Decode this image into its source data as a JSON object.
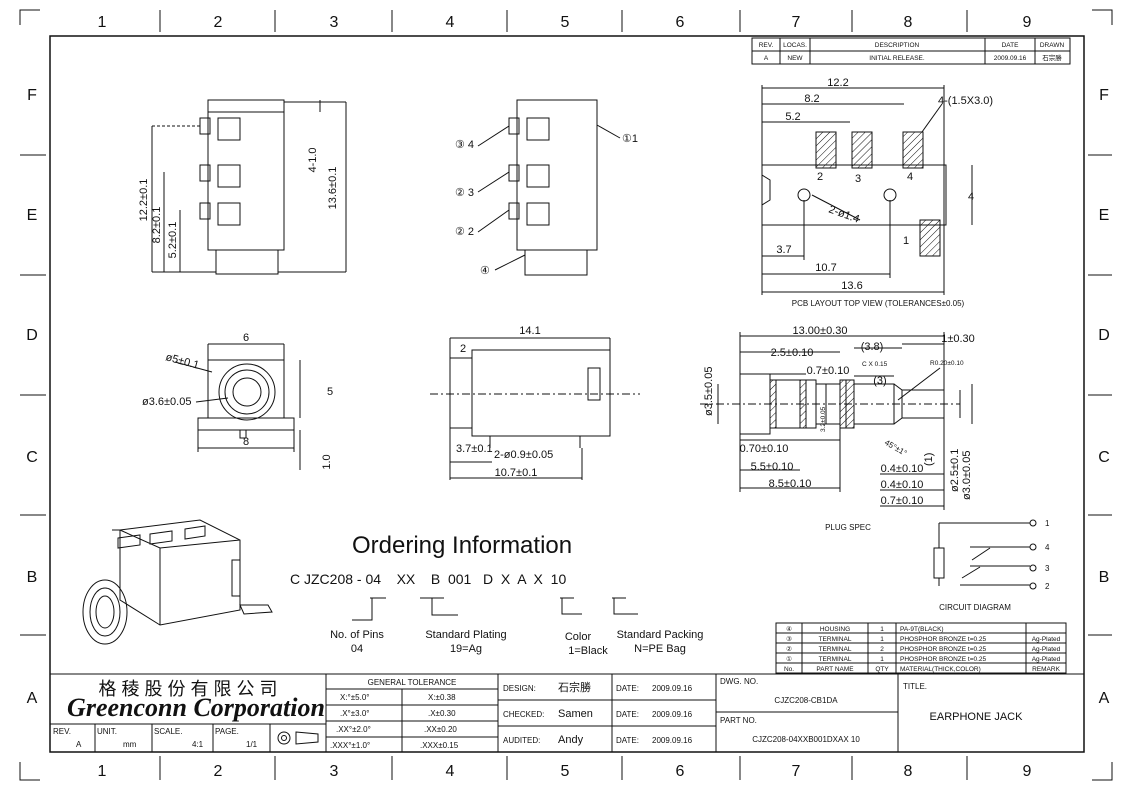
{
  "grid": {
    "columns": [
      "1",
      "2",
      "3",
      "4",
      "5",
      "6",
      "7",
      "8",
      "9"
    ],
    "rows": [
      "F",
      "E",
      "D",
      "C",
      "B",
      "A"
    ]
  },
  "revision_block": {
    "headers": [
      "REV.",
      "LOCAS.",
      "DESCRIPTION",
      "DATE",
      "DRAWN"
    ],
    "row": [
      "A",
      "NEW",
      "INITIAL RELEASE.",
      "2009.09.16",
      "石宗勝"
    ]
  },
  "side_view": {
    "dims": [
      "12.2±0.1",
      "8.2±0.1",
      "5.2±0.1",
      "13.6±0.1",
      "4-1.0"
    ]
  },
  "pin_view": {
    "callouts": [
      "③ 4",
      "② 3",
      "② 2",
      "④",
      "①1"
    ]
  },
  "pcb_layout": {
    "dims": [
      "12.2",
      "8.2",
      "5.2",
      "4-(1.5X3.0)",
      "2-ø1.4",
      "4",
      "3.7",
      "10.7",
      "13.6"
    ],
    "pins": [
      "2",
      "3",
      "4",
      "1"
    ],
    "caption": "PCB LAYOUT TOP VIEW (TOLERANCES±0.05)"
  },
  "front_view": {
    "dims": [
      "6",
      "ø5±0.1",
      "ø3.6±0.05",
      "5",
      "8",
      "1.0"
    ]
  },
  "bottom_view": {
    "dims": [
      "14.1",
      "2",
      "3.7±0.1",
      "2-ø0.9±0.05",
      "10.7±0.1"
    ]
  },
  "plug_spec": {
    "dims": [
      "13.00±0.30",
      "(3.8)",
      "1±0.30",
      "2.5±0.10",
      "C X 0.15",
      "R0.20±0.10",
      "0.7±0.10",
      "(3)",
      "ø3.5±0.05",
      "3.2±0.05",
      "45°±1°",
      "0.70±0.10",
      "(1)",
      "5.5±0.10",
      "0.4±0.10",
      "ø2.5±0.1",
      "ø3.0±0.05",
      "8.5±0.10",
      "0.4±0.10",
      "0.7±0.10"
    ],
    "caption": "PLUG SPEC"
  },
  "ordering": {
    "title": "Ordering Information",
    "part_code": "C JZC208 - 04    XX    B  001   D  X  A  X  10",
    "labels": [
      {
        "name": "No. of Pins",
        "value": "04"
      },
      {
        "name": "Standard  Plating",
        "value": "19=Ag"
      },
      {
        "name": "Color",
        "value": "1=Black"
      },
      {
        "name": "Standard  Packing",
        "value": "N=PE  Bag"
      }
    ]
  },
  "circuit": {
    "pins": [
      "1",
      "4",
      "3",
      "2"
    ],
    "caption": "CIRCUIT DIAGRAM"
  },
  "bom": {
    "headers": [
      "No.",
      "PART  NAME",
      "QTY",
      "MATERIAL(THICK,COLOR)",
      "REMARK"
    ],
    "rows": [
      [
        "④",
        "HOUSING",
        "1",
        "PA-9T(BLACK)",
        ""
      ],
      [
        "③",
        "TERMINAL",
        "1",
        "PHOSPHOR BRONZE  t=0.25",
        "Ag-Plated"
      ],
      [
        "②",
        "TERMINAL",
        "2",
        "PHOSPHOR BRONZE  t=0.25",
        "Ag-Plated"
      ],
      [
        "①",
        "TERMINAL",
        "1",
        "PHOSPHOR BRONZE  t=0.25",
        "Ag-Plated"
      ]
    ]
  },
  "title_block": {
    "company_cn": "格 稜 股 份 有 限 公 司",
    "company_en": "Greenconn Corporation",
    "rev_label": "REV.",
    "rev_value": "A",
    "unit_label": "UNIT.",
    "unit_value": "mm",
    "scale_label": "SCALE.",
    "scale_value": "4:1",
    "page_label": "PAGE.",
    "page_value": "1/1",
    "tolerance_title": "GENERAL  TOLERANCE",
    "tolerances": [
      [
        "X:°±5.0°",
        "X:±0.38"
      ],
      [
        ".X°±3.0°",
        ".X±0.30"
      ],
      [
        ".XX°±2.0°",
        ".XX±0.20"
      ],
      [
        ".XXX°±1.0°",
        ".XXX±0.15"
      ]
    ],
    "design_label": "DESIGN:",
    "design_value": "石宗勝",
    "checked_label": "CHECKED:",
    "checked_value": "Samen",
    "audited_label": "AUDITED:",
    "audited_value": "Andy",
    "date_label": "DATE:",
    "date_value": "2009.09.16",
    "dwg_label": "DWG. NO.",
    "dwg_value": "CJZC208-CB1DA",
    "part_label": "PART NO.",
    "part_value": "CJZC208-04XXB001DXAX 10",
    "title_label": "TITLE.",
    "title_value": "EARPHONE JACK"
  }
}
